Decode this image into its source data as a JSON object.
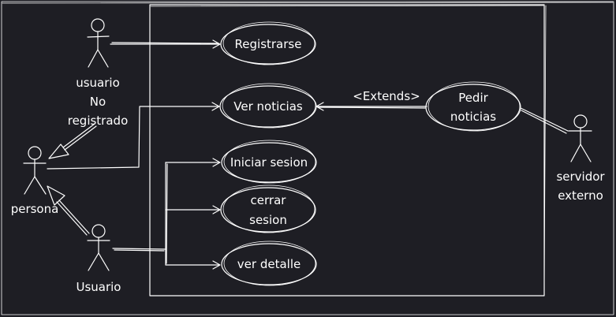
{
  "diagram": {
    "actors": {
      "usuario_no_registrado": [
        "usuario",
        "No",
        "registrado"
      ],
      "persona": "persona",
      "usuario": "Usuario",
      "servidor_externo": [
        "servidor",
        "externo"
      ]
    },
    "use_cases": {
      "registrarse": "Registrarse",
      "ver_noticias": "Ver noticias",
      "iniciar_sesion": "Iniciar sesion",
      "cerrar_sesion": [
        "cerrar",
        "sesion"
      ],
      "ver_detalle": "ver detalle",
      "pedir_noticias": [
        "Pedir",
        "noticias"
      ]
    },
    "relations": {
      "extends_label": "<Extends>"
    },
    "colors": {
      "background": "#1e1e24",
      "stroke": "#ffffff",
      "text": "#ffffff"
    }
  }
}
